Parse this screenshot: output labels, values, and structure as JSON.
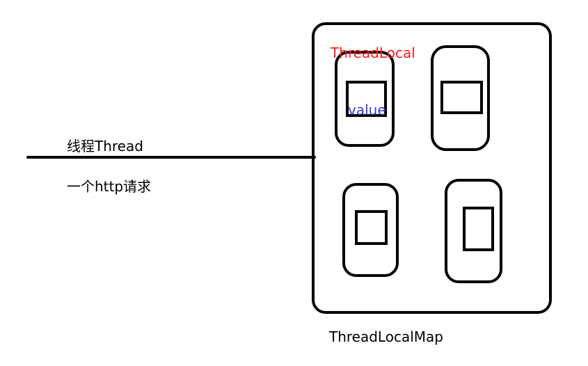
{
  "labels": {
    "thread": "线程Thread",
    "request": "一个http请求",
    "threadlocal": "ThreadLocal",
    "value": "value",
    "map": "ThreadLocalMap"
  },
  "colors": {
    "stroke": "#000000",
    "threadlocal_text": "#ff1a1a",
    "value_text": "#3a3ad6",
    "background": "#ffffff"
  }
}
